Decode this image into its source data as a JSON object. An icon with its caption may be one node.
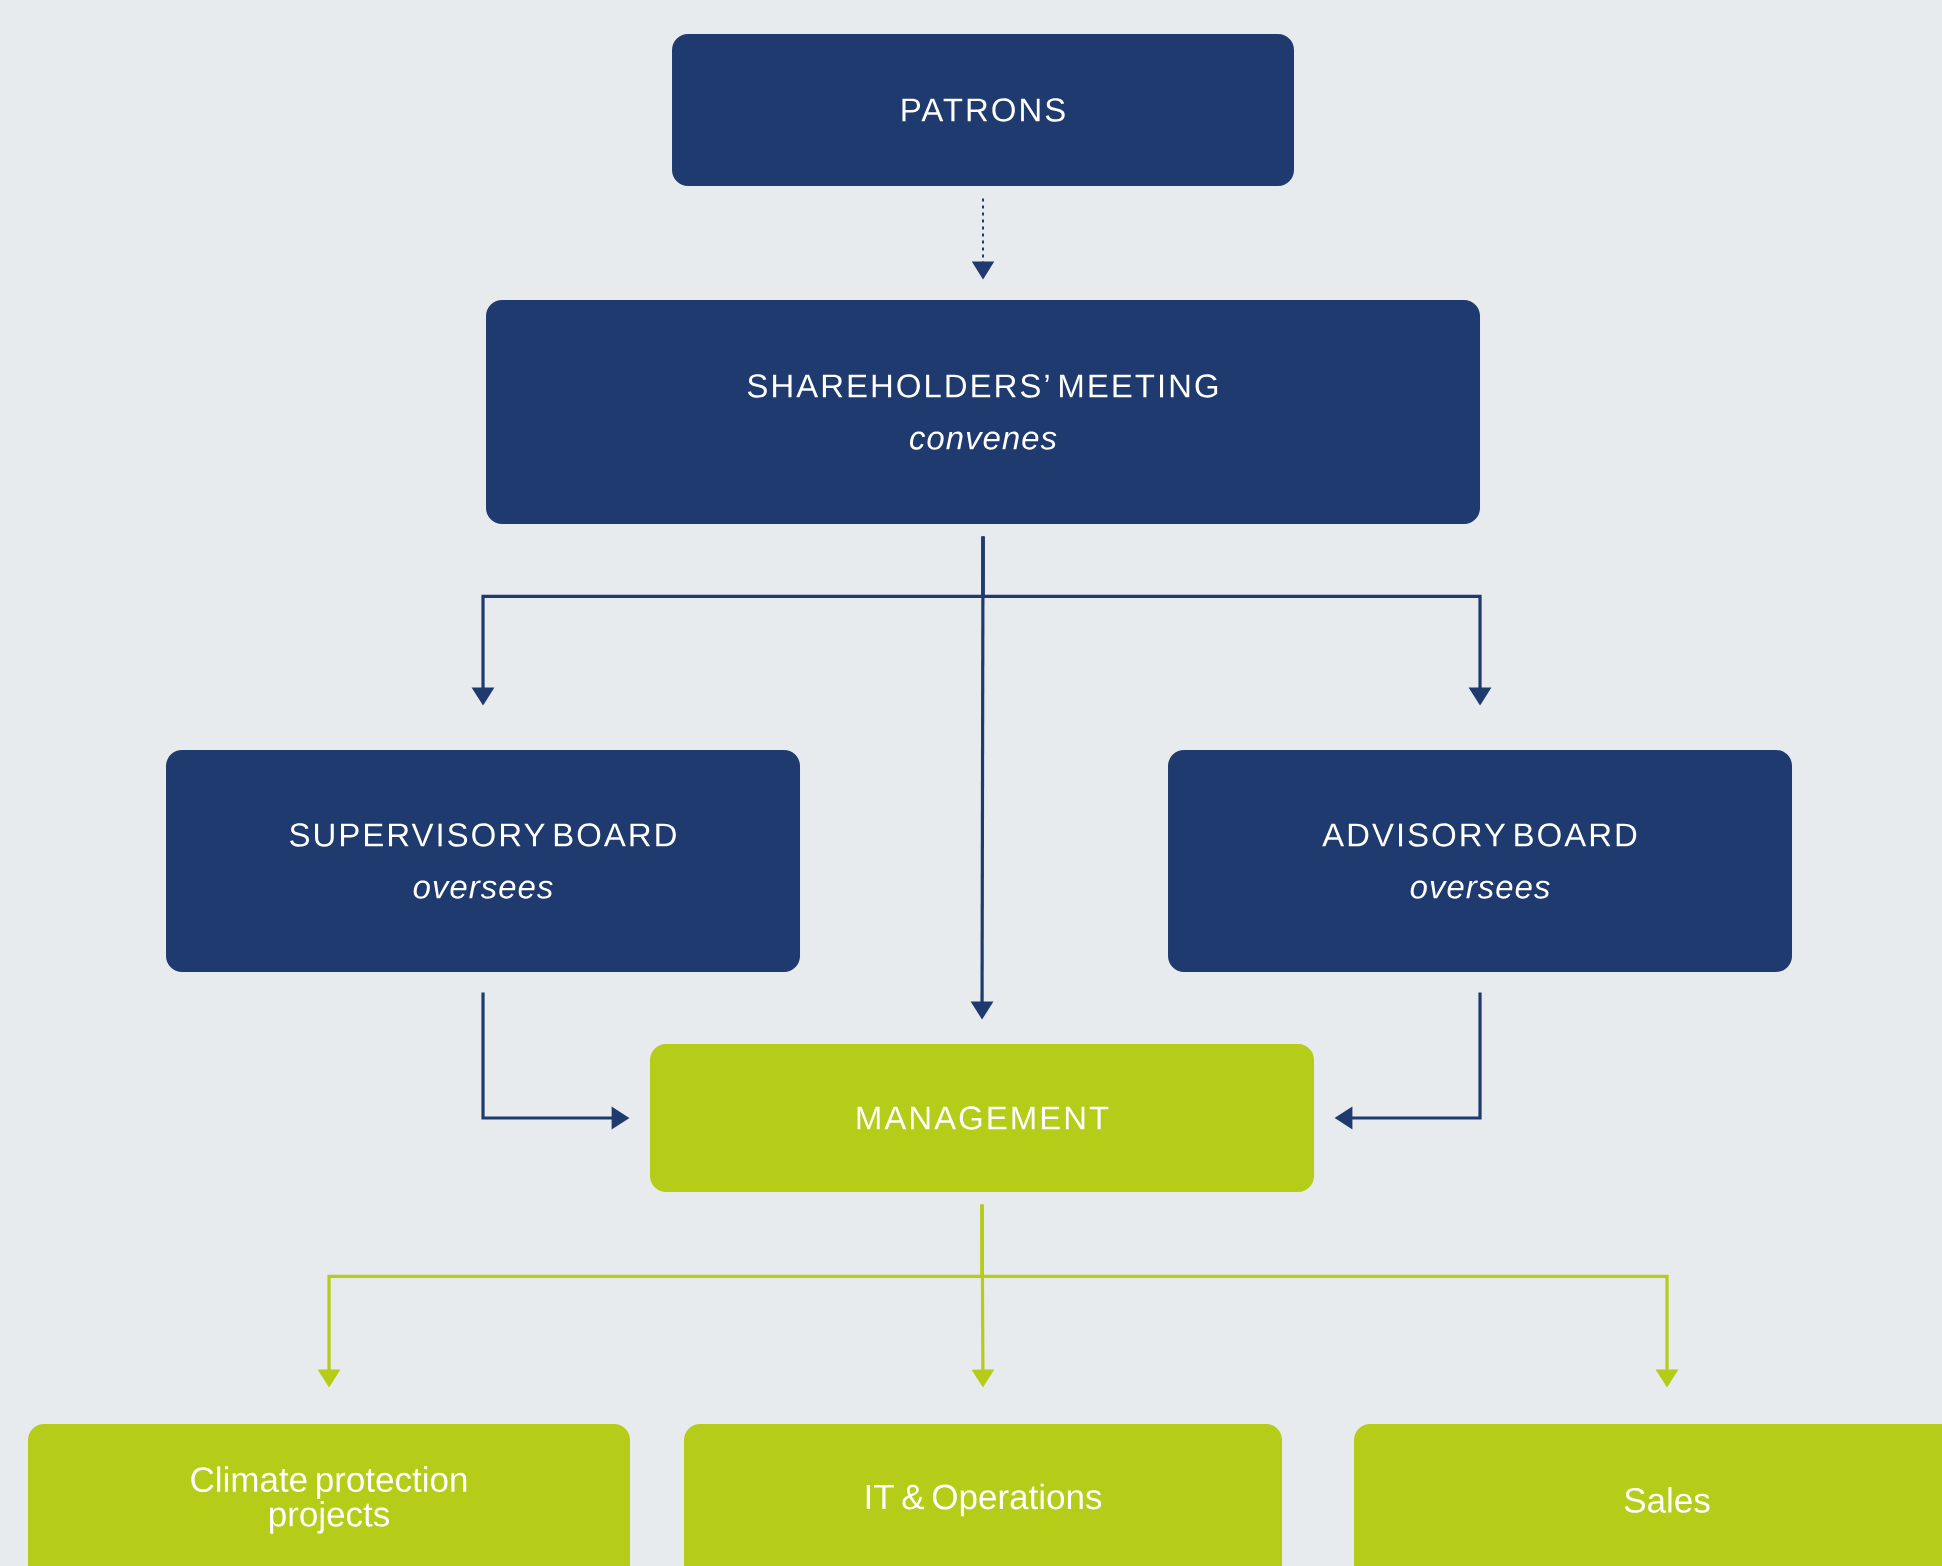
{
  "diagram": {
    "nodes": [
      {
        "text": [
          "PATRONS"
        ]
      },
      {
        "text": [
          "SHAREHOLDERS’ MEETING",
          "convenes"
        ]
      },
      {
        "text": [
          "SUPERVISORY BOARD",
          "oversees"
        ]
      },
      {
        "text": [
          "ADVISORY BOARD",
          "oversees"
        ]
      },
      {
        "text": [
          "MANAGEMENT"
        ]
      },
      {
        "text": [
          "Climate protection projects"
        ]
      },
      {
        "text": [
          "IT & Operations"
        ]
      },
      {
        "text": [
          "Sales"
        ]
      }
    ],
    "edges": [
      {
        "from": 0,
        "to": 1,
        "arrow": "to",
        "style": "dashed"
      },
      {
        "from": 1,
        "to": 2,
        "arrow": "to"
      },
      {
        "from": 1,
        "to": 4,
        "arrow": "to"
      },
      {
        "from": 1,
        "to": 3,
        "arrow": "to"
      },
      {
        "from": 2,
        "to": 4,
        "arrow": "to"
      },
      {
        "from": 3,
        "to": 4,
        "arrow": "to"
      },
      {
        "from": 4,
        "to": 5,
        "arrow": "to",
        "color": "#b5cc18"
      },
      {
        "from": 4,
        "to": 6,
        "arrow": "to",
        "color": "#b5cc18"
      },
      {
        "from": 4,
        "to": 7,
        "arrow": "to",
        "color": "#b5cc18"
      }
    ]
  }
}
